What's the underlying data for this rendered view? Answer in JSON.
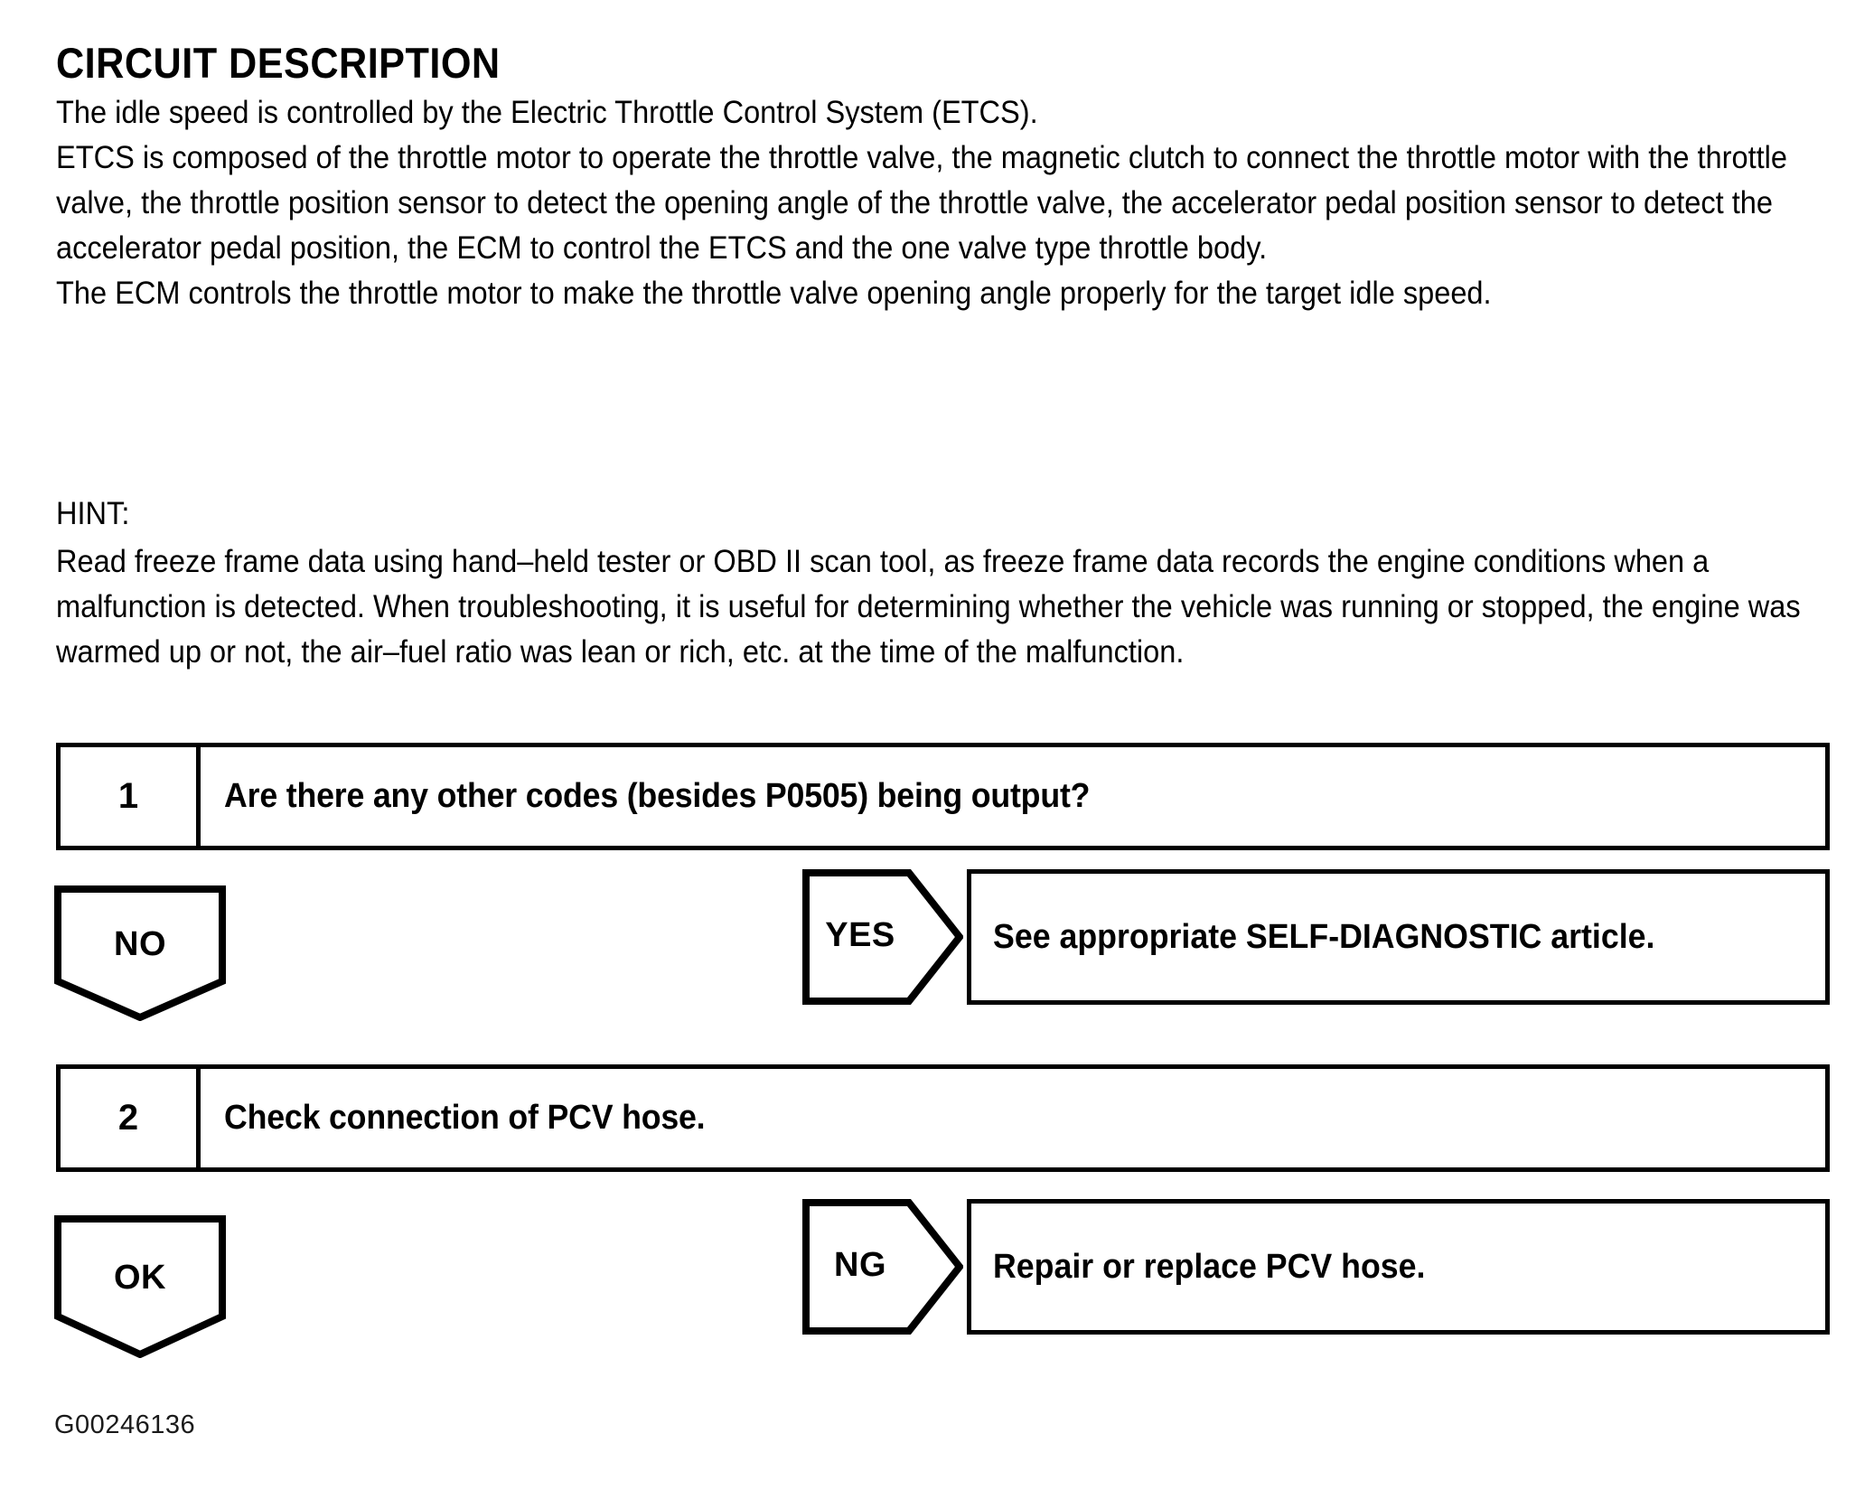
{
  "document": {
    "title": "CIRCUIT DESCRIPTION",
    "reference_code": "G00246136"
  },
  "description": {
    "paragraphs": [
      "The idle speed is controlled by the Electric Throttle Control System (ETCS).",
      "ETCS is composed of the throttle motor to operate the throttle valve, the magnetic clutch to connect the throttle motor with the throttle valve, the throttle position sensor to detect the opening angle of the throttle valve, the accelerator pedal position sensor to detect the accelerator pedal position, the ECM to control the ETCS and the one valve type throttle body.",
      "The ECM controls the throttle motor to make the throttle valve opening angle properly for the target idle speed."
    ]
  },
  "hint": {
    "label": "HINT:",
    "text": "Read freeze frame data using hand–held tester or OBD II scan tool, as freeze frame data records the engine conditions when a malfunction is detected. When troubleshooting, it is useful for determining whether the vehicle was running or stopped, the engine was warmed up or not, the air–fuel ratio was lean or rich, etc. at the time of the malfunction."
  },
  "flowchart": {
    "steps": [
      {
        "number": "1",
        "question": "Are there any other codes (besides P0505) being output?",
        "branch_down": "NO",
        "branch_side": "YES",
        "side_result": "See appropriate SELF-DIAGNOSTIC article."
      },
      {
        "number": "2",
        "question": "Check connection of PCV hose.",
        "branch_down": "OK",
        "branch_side": "NG",
        "side_result": "Repair or replace PCV hose."
      }
    ]
  },
  "colors": {
    "ink": "#000000",
    "paper": "#ffffff"
  }
}
